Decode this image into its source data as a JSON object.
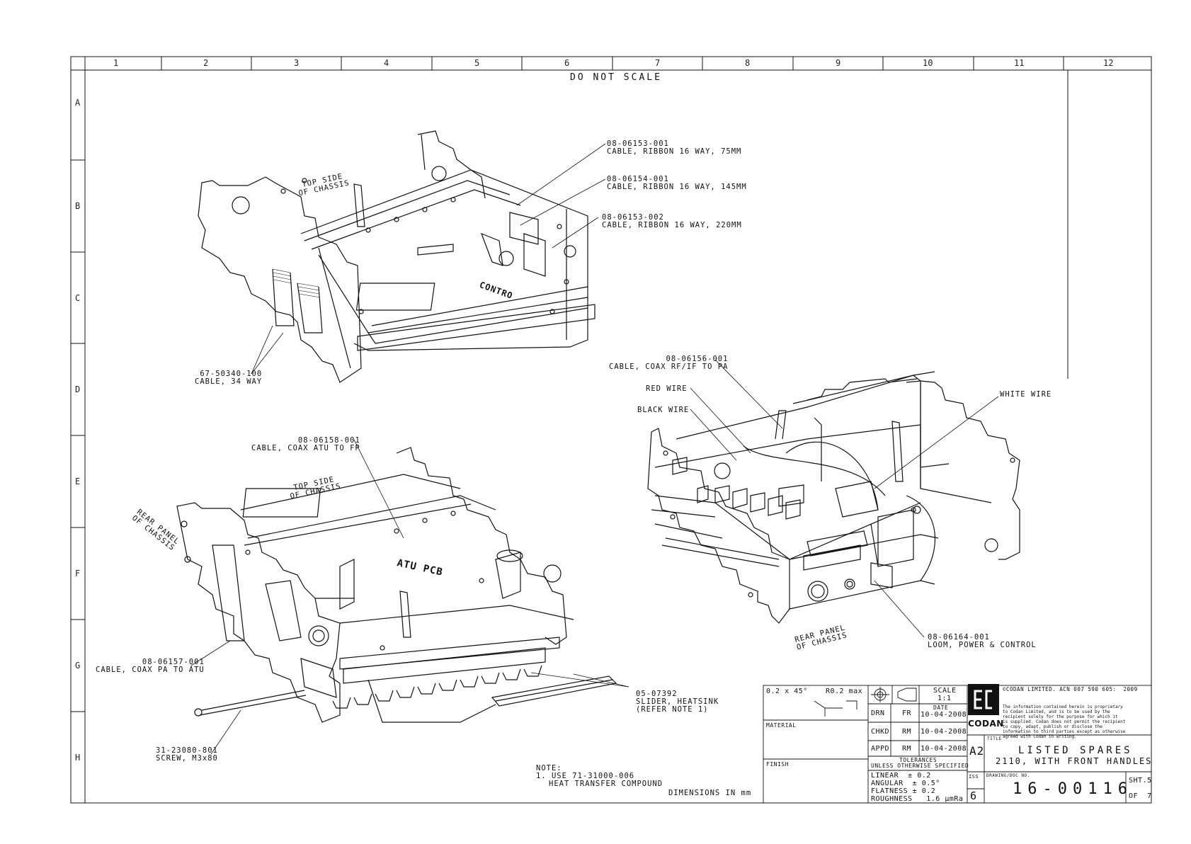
{
  "sheet": {
    "do_not_scale": "DO NOT SCALE",
    "columns": [
      "1",
      "2",
      "3",
      "4",
      "5",
      "6",
      "7",
      "8",
      "9",
      "10",
      "11",
      "12"
    ],
    "rows": [
      "A",
      "B",
      "C",
      "D",
      "E",
      "F",
      "G",
      "H"
    ]
  },
  "callouts": {
    "c1": {
      "part": "08-06153-001",
      "desc": "CABLE, RIBBON 16 WAY, 75MM"
    },
    "c2": {
      "part": "08-06154-001",
      "desc": "CABLE, RIBBON 16 WAY, 145MM"
    },
    "c3": {
      "part": "08-06153-002",
      "desc": "CABLE, RIBBON 16 WAY, 220MM"
    },
    "c4": {
      "part": "67-50340-100",
      "desc": "CABLE, 34 WAY"
    },
    "c5": {
      "part": "08-06158-001",
      "desc": "CABLE, COAX ATU TO FP"
    },
    "c6": {
      "part": "08-06157-001",
      "desc": "CABLE, COAX PA TO ATU"
    },
    "c7": {
      "part": "31-23080-801",
      "desc": "SCREW, M3x80"
    },
    "c8": {
      "part": "05-07392",
      "desc": "SLIDER, HEATSINK",
      "note": "(REFER NOTE 1)"
    },
    "c9": {
      "part": "08-06156-001",
      "desc": "CABLE, COAX RF/IF TO PA"
    },
    "c10": {
      "part": "08-06164-001",
      "desc": "LOOM, POWER & CONTROL"
    }
  },
  "labels": {
    "top_side_1": [
      "TOP SIDE",
      "OF CHASSIS"
    ],
    "top_side_2": [
      "TOP SIDE",
      "OF CHASSIS"
    ],
    "rear_panel_1": [
      "REAR PANEL",
      "OF CHASSIS"
    ],
    "rear_panel_2": [
      "REAR PANEL",
      "OF CHASSIS"
    ],
    "red_wire": "RED WIRE",
    "black_wire": "BLACK WIRE",
    "white_wire": "WHITE WIRE",
    "atu_pcb": "ATU PCB",
    "control": "CONTRO"
  },
  "notes": {
    "title": "NOTE:",
    "line1": "1. USE 71-31000-006",
    "line2": "HEAT TRANSFER COMPOUND",
    "dimensions": "DIMENSIONS IN mm"
  },
  "title_block": {
    "chamfer": "0.2 x 45°",
    "radius": "R0.2 max",
    "material": "MATERIAL",
    "finish": "FINISH",
    "scale_label": "SCALE",
    "scale": "1:1",
    "date_label": "DATE",
    "drn": "DRN",
    "drn_by": "FR",
    "drn_date": "10-04-2008",
    "chkd": "CHKD",
    "chkd_by": "RM",
    "chkd_date": "10-04-2008",
    "appd": "APPD",
    "appd_by": "RM",
    "appd_date": "10-04-2008",
    "tol_title": "TOLERANCES",
    "tol_sub": "UNLESS OTHERWISE SPECIFIED",
    "linear": "LINEAR  ± 0.2",
    "angular": "ANGULAR  ± 0.5°",
    "flatness": "FLATNESS ± 0.2",
    "roughness": "ROUGHNESS   1.6 µmRa",
    "copyright": "©CODAN LIMITED. ACN 007 590 605:  2009",
    "legal": [
      "The information contained herein is proprietary",
      "to Codan Limited, and is to be used by the",
      "recipient solely for the purpose for which it",
      "is supplied. Codan does not permit the recipient",
      "to copy, adapt, publish or disclose the",
      "information to third parties except as otherwise",
      "agreed with Codan in writing."
    ],
    "company": "CODAN",
    "size": "A2",
    "title_label": "TITLE",
    "title1": "LISTED SPARES",
    "title2": "2110, WITH FRONT HANDLES",
    "iss_label": "ISS",
    "iss": "6",
    "doc_label": "DRAWING/DOC NO.",
    "doc_no": "16-00116",
    "sht": "SHT.5",
    "of": "OF  7"
  }
}
